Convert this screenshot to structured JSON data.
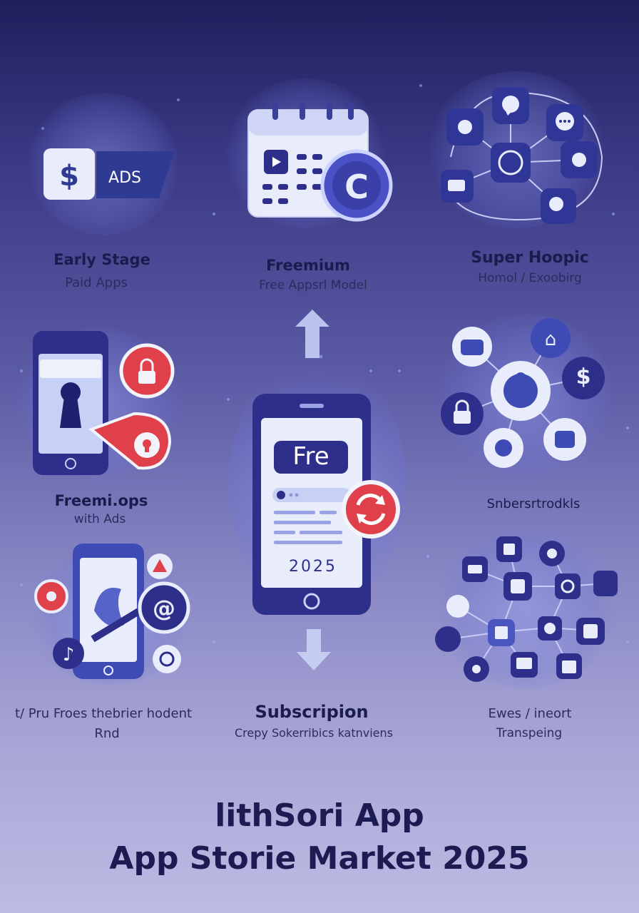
{
  "panels": {
    "early_stage": {
      "title": "Early Stage",
      "subtitle": "Paid Apps",
      "badge": "ADS"
    },
    "freemium": {
      "title": "Freemium",
      "subtitle": "Free Appsrl Model"
    },
    "super_hoopic": {
      "title": "Super  Hoopic",
      "subtitle": "Homol / Exoobirg"
    },
    "freemiops": {
      "title": "Freemi.ops",
      "subtitle": "with Ads"
    },
    "subscriptions_right": {
      "title": "Snbersrtrodkls"
    },
    "pru_froes": {
      "title": "t/ Pru Froes thebrier hodent",
      "subtitle": "Rnd"
    },
    "subscription": {
      "title": "Subscripion",
      "subtitle": "Crepy Sokerribics  katnviens"
    },
    "ewes": {
      "title": "Ewes / ineort",
      "subtitle": "Transpeing"
    }
  },
  "center_phone": {
    "headline": "Fre",
    "year": "2025"
  },
  "footer": {
    "line1": "lithSori App",
    "line2": "App Storie Market 2025"
  },
  "colors": {
    "navy": "#2e2f8a",
    "accent_red": "#e0404a",
    "card": "#e8ecfb",
    "text_dark": "#1b1b4d"
  }
}
